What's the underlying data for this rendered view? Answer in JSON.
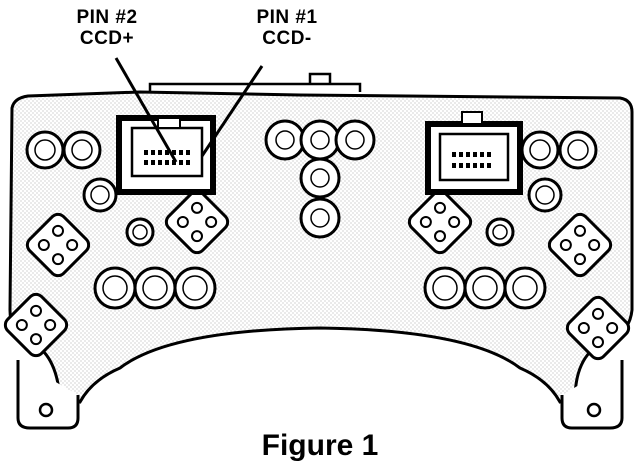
{
  "callouts": {
    "pin2": {
      "line1": "PIN #2",
      "line2": "CCD+"
    },
    "pin1": {
      "line1": "PIN #1",
      "line2": "CCD-"
    }
  },
  "caption": "Figure 1",
  "colors": {
    "ink": "#000000",
    "paper": "#ffffff",
    "shade": "#d9d9d9"
  }
}
